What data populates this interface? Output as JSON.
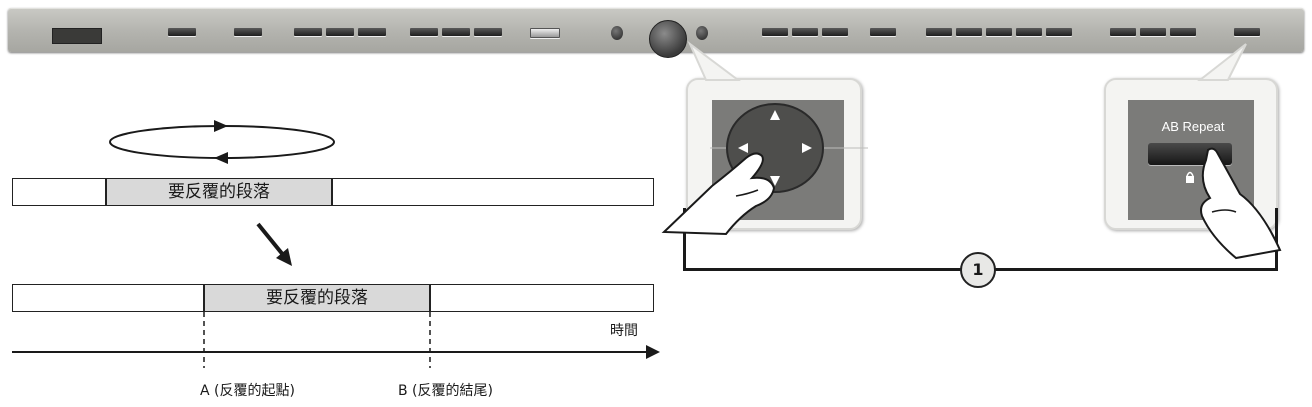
{
  "diagram": {
    "segment_label": "要反覆的段落",
    "time_label": "時間",
    "point_a_label": "A (反覆的起點)",
    "point_b_label": "B (反覆的結尾)"
  },
  "callout_right": {
    "button_label": "AB Repeat"
  },
  "step": {
    "number": "1"
  },
  "icons": {
    "loop": "loop-arrows-icon",
    "down_arrow": "diagonal-arrow-icon",
    "hand": "pointing-hand-icon",
    "lock": "lock-icon"
  }
}
